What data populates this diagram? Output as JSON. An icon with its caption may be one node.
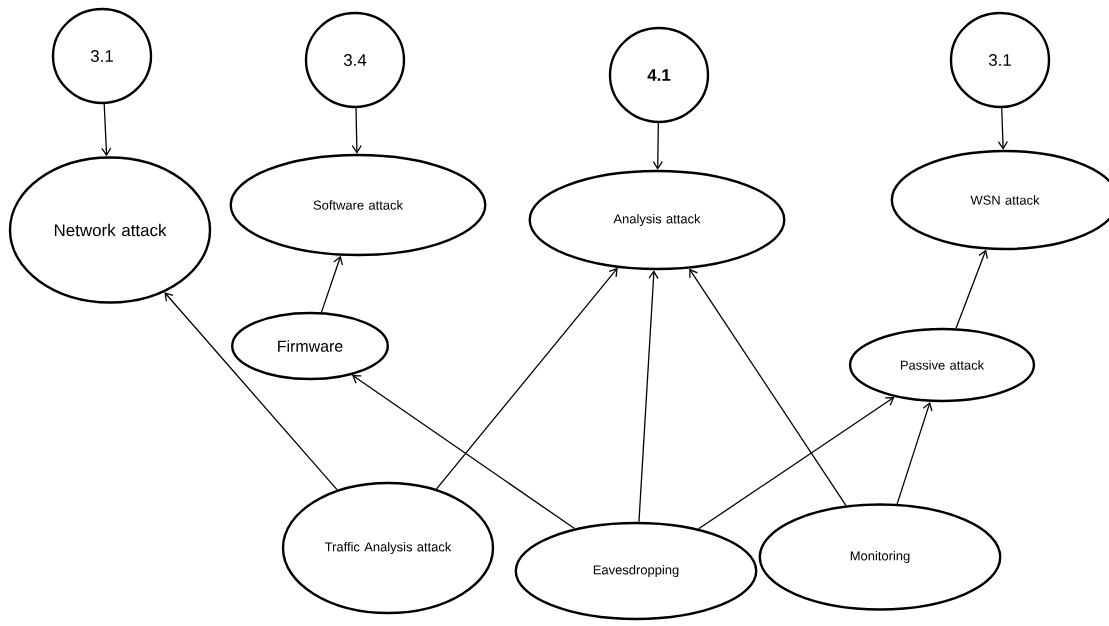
{
  "diagram": {
    "nodes": [
      {
        "text": [
          "3.1"
        ]
      },
      {
        "text": [
          "3.4"
        ]
      },
      {
        "text": [
          "4.1"
        ]
      },
      {
        "text": [
          "3.1"
        ]
      },
      {
        "text": [
          "Network attack"
        ]
      },
      {
        "text": [
          "Software attack"
        ]
      },
      {
        "text": [
          "Analysis attack"
        ]
      },
      {
        "text": [
          "WSN attack"
        ]
      },
      {
        "text": [
          "Firmware"
        ]
      },
      {
        "text": [
          "Passive attack"
        ]
      },
      {
        "text": [
          "Traffic Analysis attack"
        ]
      },
      {
        "text": [
          "Eavesdropping"
        ]
      },
      {
        "text": [
          "Monitoring"
        ]
      }
    ],
    "edges": [
      {
        "from": 0,
        "to": 4,
        "arrow": "to"
      },
      {
        "from": 1,
        "to": 5,
        "arrow": "to"
      },
      {
        "from": 2,
        "to": 6,
        "arrow": "to"
      },
      {
        "from": 3,
        "to": 7,
        "arrow": "to"
      },
      {
        "from": 8,
        "to": 5,
        "arrow": "to"
      },
      {
        "from": 9,
        "to": 7,
        "arrow": "to"
      },
      {
        "from": 10,
        "to": 4,
        "arrow": "to"
      },
      {
        "from": 10,
        "to": 6,
        "arrow": "to"
      },
      {
        "from": 11,
        "to": 8,
        "arrow": "to"
      },
      {
        "from": 11,
        "to": 6,
        "arrow": "to"
      },
      {
        "from": 11,
        "to": 9,
        "arrow": "to"
      },
      {
        "from": 12,
        "to": 6,
        "arrow": "to"
      },
      {
        "from": 12,
        "to": 9,
        "arrow": "to"
      }
    ]
  }
}
